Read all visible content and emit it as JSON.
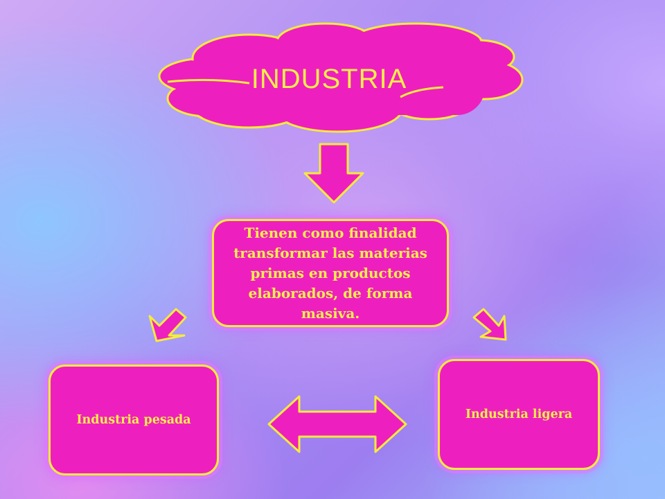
{
  "title": "INDUSTRIA",
  "definition": "Tienen como finalidad transformar las materias primas en productos elaborados, de forma masiva.",
  "branches": {
    "left": "Industria pesada",
    "right": "Industria ligera"
  },
  "colors": {
    "shape_fill": "#ee1fbf",
    "shape_stroke": "#f5ec3c",
    "text": "#f7ef4a"
  },
  "icons": [
    "cloud-shape",
    "arrow-down-icon",
    "arrow-down-left-icon",
    "arrow-down-right-icon",
    "double-arrow-icon"
  ]
}
